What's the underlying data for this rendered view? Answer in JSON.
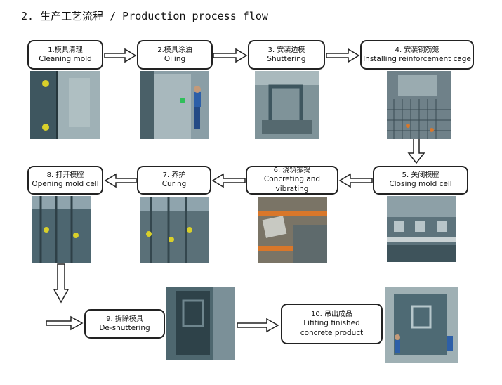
{
  "heading": "2. 生产工艺流程 / Production process flow",
  "steps": [
    {
      "zh": "1.模具清理",
      "en": "Cleaning mold"
    },
    {
      "zh": "2.模具涂油",
      "en": "Oiling"
    },
    {
      "zh": "3. 安装边模",
      "en": "Shuttering"
    },
    {
      "zh": "4. 安装钢筋笼",
      "en": "Installing reinforcement cage"
    },
    {
      "zh": "5. 关闭模腔",
      "en": "Closing mold cell"
    },
    {
      "zh": "6. 浇筑振捣",
      "en": "Concreting and vibrating"
    },
    {
      "zh": "7. 养护",
      "en": "Curing"
    },
    {
      "zh": "8. 打开模腔",
      "en": "Opening mold cell"
    },
    {
      "zh": "9. 拆除模具",
      "en": "De-shuttering"
    },
    {
      "zh": "10. 吊出成品",
      "en": "Lifiting finished",
      "en2": "concrete product"
    }
  ],
  "colors": {
    "border": "#222222",
    "photo_dark": "#2f4a55",
    "photo_light": "#8fa4ad",
    "accent_yellow": "#d9d02a",
    "beam_orange": "#d9772a"
  }
}
